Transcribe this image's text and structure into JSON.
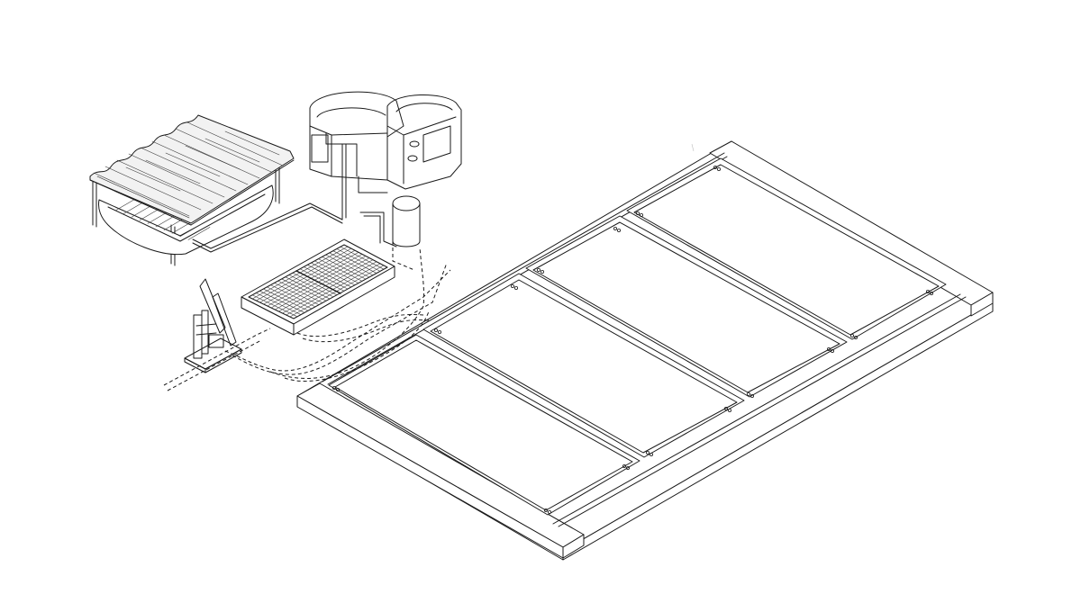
{
  "colors": {
    "line": "#1a1a1a",
    "fill": "#ffffff",
    "glass": "#d9d9d9",
    "hatch": "#3a3a3a"
  },
  "components": [
    {
      "name": "greenhouse-frame",
      "icon": "greenhouse-icon"
    },
    {
      "name": "water-tanks",
      "icon": "tank-icon"
    },
    {
      "name": "small-drum",
      "icon": "drum-icon",
      "label": ""
    },
    {
      "name": "grid-filter-box",
      "icon": "grid-icon"
    },
    {
      "name": "hand-pump",
      "icon": "pump-icon"
    },
    {
      "name": "panel-platform",
      "icon": "platform-icon"
    }
  ],
  "panels": {
    "count": 4
  }
}
